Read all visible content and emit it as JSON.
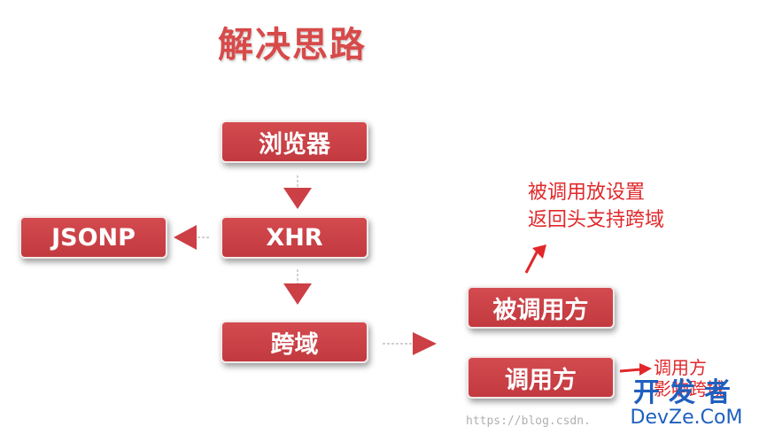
{
  "title": "解决思路",
  "nodes": {
    "browser": "浏览器",
    "xhr": "XHR",
    "jsonp": "JSONP",
    "cross_domain": "跨域",
    "callee": "被调用方",
    "caller": "调用方"
  },
  "notes": {
    "callee_line1": "被调用放设置",
    "callee_line2": "返回头支持跨域",
    "caller_line1": "调用方",
    "caller_line2": "影响跨域"
  },
  "watermark": "https://blog.csdn.",
  "brand": {
    "cn": "开发者",
    "en": "DevZe.CoM"
  },
  "colors": {
    "box": "#c9434a",
    "arrow": "#e0282b",
    "text": "#d84a4a"
  }
}
